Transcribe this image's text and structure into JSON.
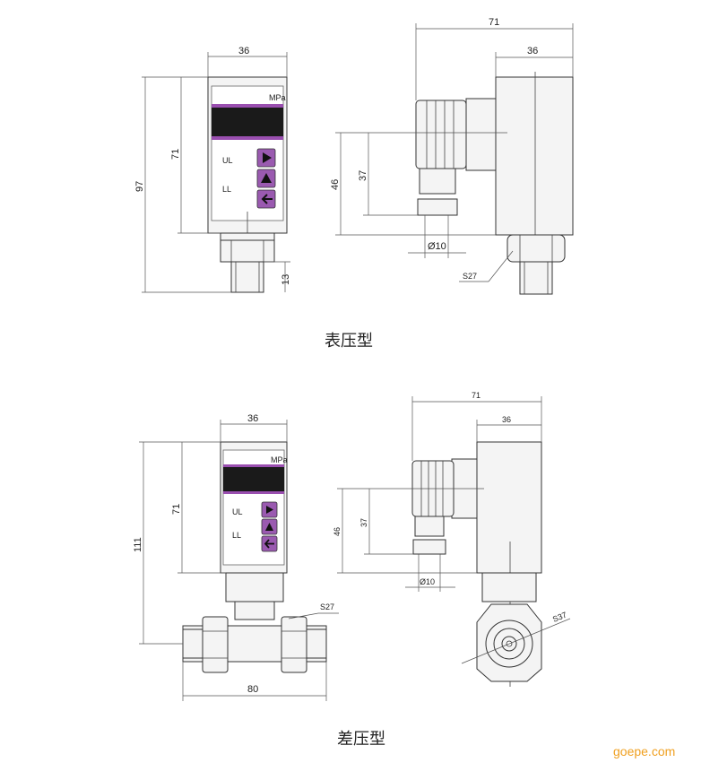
{
  "sections": [
    {
      "caption": "表压型",
      "front_dims": {
        "width": "36",
        "display_height": "71",
        "total_height": "97",
        "thread": "13"
      },
      "side_dims": {
        "depth": "71",
        "width": "36",
        "h46": "46",
        "h37": "37",
        "dia": "Ø10",
        "nut": "S27"
      },
      "panel": {
        "unit": "MPa",
        "led1": "UL",
        "led2": "LL"
      }
    },
    {
      "caption": "差压型",
      "front_dims": {
        "width": "36",
        "display_height": "71",
        "total_height": "111",
        "nut": "S27",
        "length": "80"
      },
      "side_dims": {
        "depth": "71",
        "width": "36",
        "h46": "46",
        "h37": "37",
        "dia": "Ø10",
        "nut": "S37"
      },
      "panel": {
        "unit": "MPa",
        "led1": "UL",
        "led2": "LL"
      }
    }
  ],
  "watermark": "goepe.com",
  "colors": {
    "accent": "#9a4fb0",
    "line": "#333333",
    "watermark": "#f0a020"
  },
  "icons": [
    "arrow-right-icon",
    "arrow-up-icon",
    "enter-arrow-icon"
  ]
}
